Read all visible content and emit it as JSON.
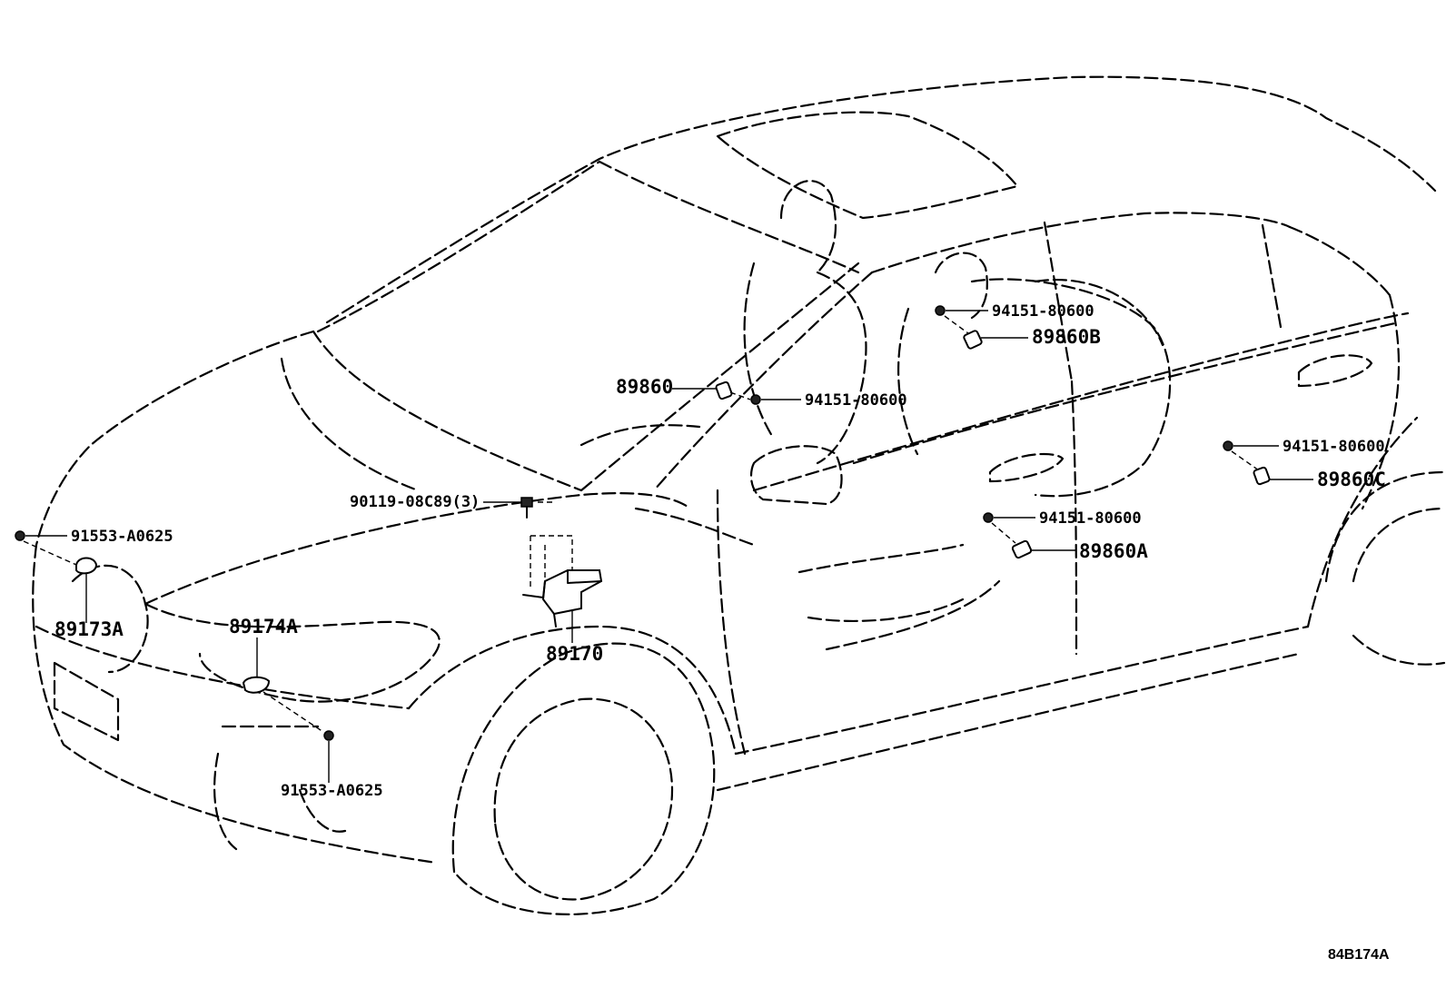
{
  "diagram_code": "84B174A",
  "labels": {
    "l_94151_top": "94151-80600",
    "l_89860b": "89860B",
    "l_89860": "89860",
    "l_94151_mid": "94151-80600",
    "l_94151_right": "94151-80600",
    "l_89860c": "89860C",
    "l_90119": "90119-08C89(3)",
    "l_91553_left": "91553-A0625",
    "l_94151_low": "94151-80600",
    "l_89860a": "89860A",
    "l_89173a": "89173A",
    "l_89174a": "89174A",
    "l_89170": "89170",
    "l_91553_bottom": "91553-A0625"
  }
}
